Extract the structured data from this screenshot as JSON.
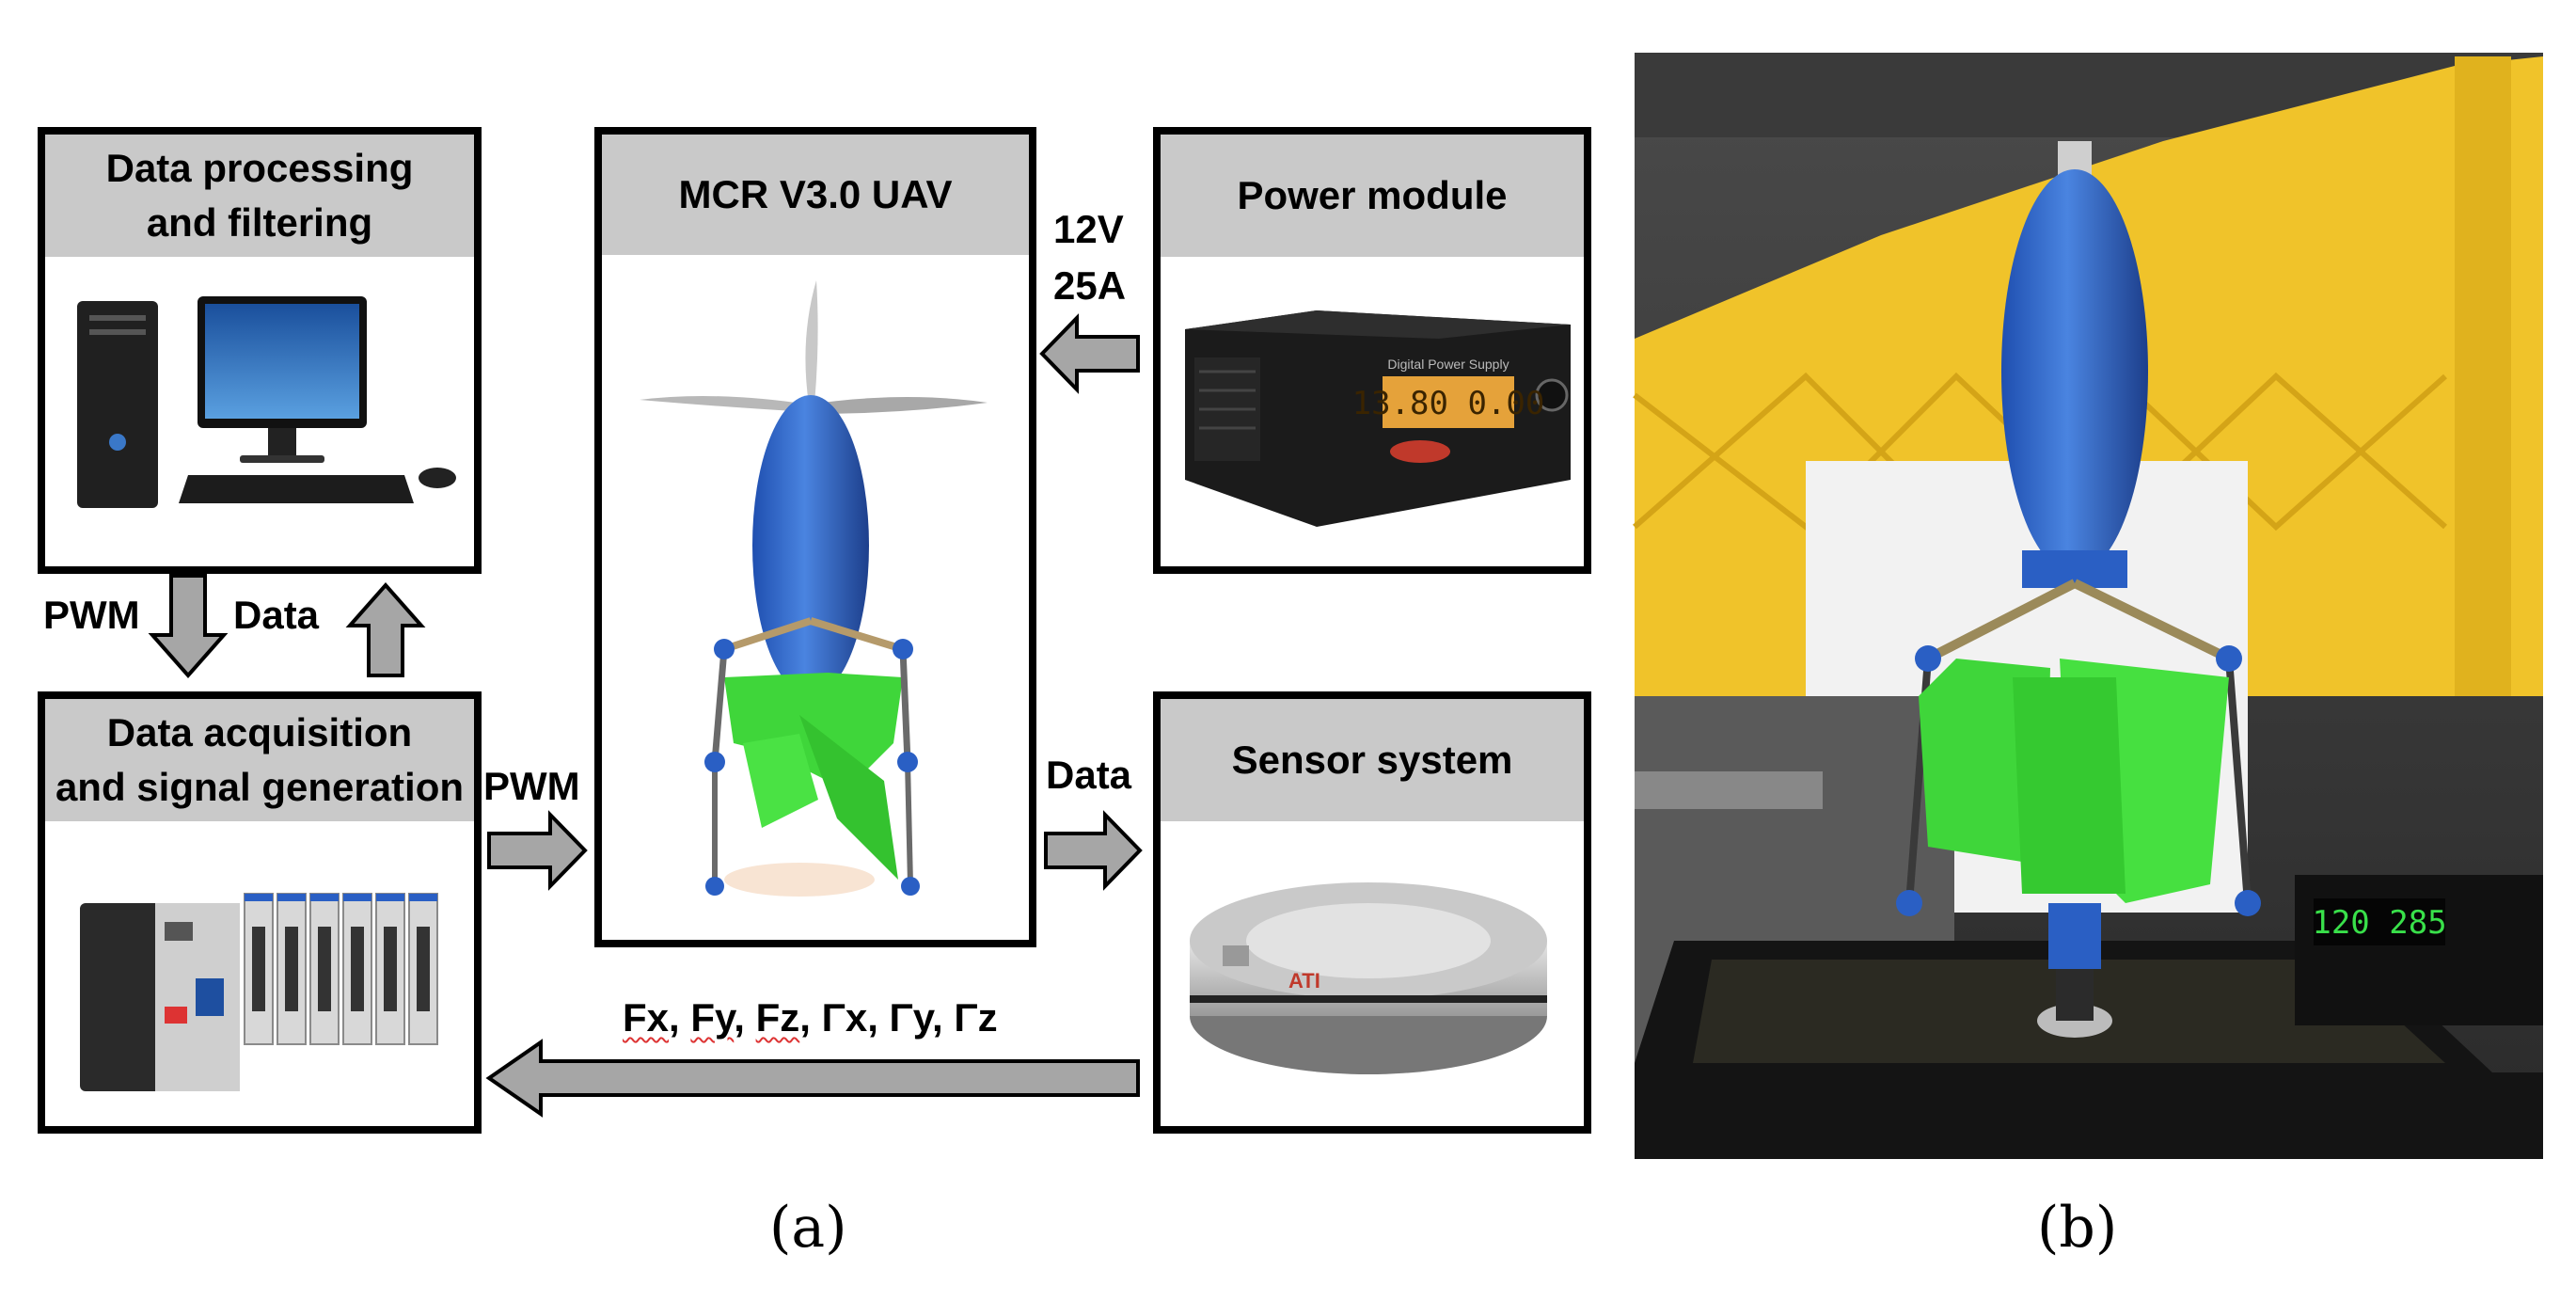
{
  "panel_a": {
    "data_processing": {
      "title_line1": "Data processing",
      "title_line2": "and filtering"
    },
    "uav": {
      "title": "MCR V3.0 UAV"
    },
    "power": {
      "title": "Power module",
      "psu_reading": "13.80 0.00",
      "psu_caption": "Digital Power Supply"
    },
    "daq": {
      "title_line1": "Data acquisition",
      "title_line2": "and signal generation"
    },
    "sensor": {
      "title": "Sensor system",
      "brand": "ATI"
    },
    "labels": {
      "pwm_down": "PWM",
      "data_up": "Data",
      "pwm_right": "PWM",
      "data_right": "Data",
      "voltage": "12V",
      "current": "25A",
      "forces_fx": "Fx",
      "forces_fy": "Fy",
      "forces_fz": "Fz",
      "forces_rest": "Γx, Γy, Γz"
    },
    "caption": "(a)"
  },
  "panel_b": {
    "display_reading": "120 285",
    "caption": "(b)"
  },
  "colors": {
    "arrow_fill": "#a6a6a6",
    "header_gray": "#c9c9c9",
    "uav_blue": "#2a5fc4",
    "leg_green": "#3fd63a",
    "wall_yellow": "#f0c32a"
  }
}
